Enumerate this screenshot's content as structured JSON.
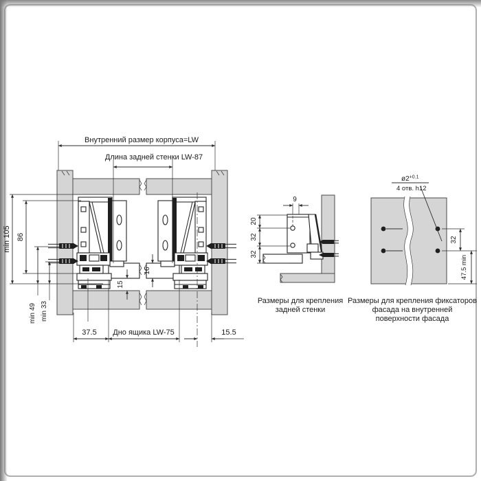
{
  "figure_main": {
    "dim_inner_width": "Внутренний размер корпуса=LW",
    "dim_back_wall_length": "Длина задней стенки  LW-87",
    "dim_min105": "min 105",
    "dim_86": "86",
    "dim_min49": "min 49",
    "dim_min33": "min 33",
    "dim_16": "16",
    "dim_15": "15",
    "dim_37_5": "37.5",
    "dim_drawer_bottom": "Дно ящика  LW-75",
    "dim_15_5": "15.5"
  },
  "figure_back_wall": {
    "dim_9": "9",
    "dim_20": "20",
    "dim_32_upper": "32",
    "dim_32_lower": "32",
    "caption_line1": "Размеры  для крепления",
    "caption_line2": "задней стенки"
  },
  "figure_facade": {
    "hole_diameter": "ø2",
    "hole_tolerance": "+0.1",
    "hole_count": "4 отв. h12",
    "dim_32": "32",
    "dim_47_5": "47.5 min",
    "caption_line1": "Размеры для крепления фиксаторов",
    "caption_line2": "фасада на внутренней",
    "caption_line3": "поверхности фасада"
  }
}
